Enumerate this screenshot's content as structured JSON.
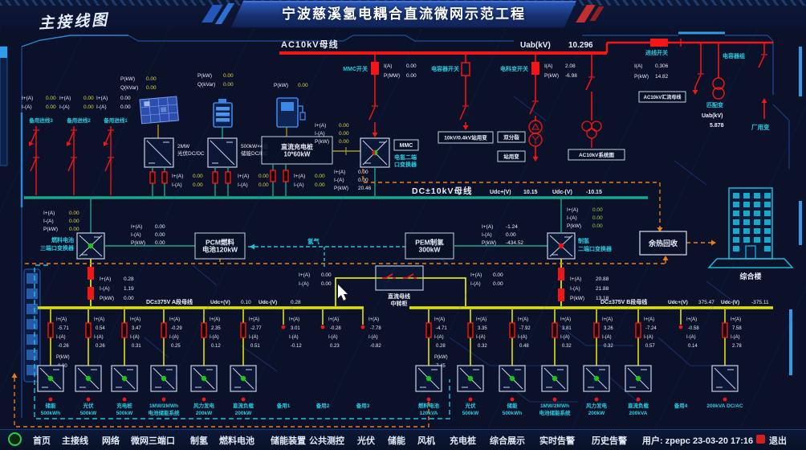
{
  "header": {
    "title": "宁波慈溪氢电耦合直流微网示范工程",
    "corner_label": "主接线图"
  },
  "ac_bus": {
    "label": "AC10kV母线",
    "u_label": "Uab(kV)",
    "u_value": "10.296"
  },
  "ac_right": {
    "in_switch": "进线开关",
    "cap_bank": "电容器组",
    "match_tx": "匹配变",
    "u2_label": "Uab(kV)",
    "u2_value": "5.878",
    "plant_tx": "厂用变",
    "collect_box": "AC10kV汇流母线",
    "sys_box": "AC10kV系统图",
    "rows_in": [
      [
        "I(A)",
        "0.306"
      ],
      [
        "P(kW)",
        "14.82"
      ]
    ]
  },
  "ac_switches": {
    "mmc_label": "MMC开关",
    "cap_label": "电容器开关",
    "dk_label": "电科变开关",
    "mmc_rows": [
      [
        "I(A)",
        "0.00"
      ],
      [
        "P(MW)",
        "0.00"
      ]
    ],
    "dk_rows": [
      [
        "I(A)",
        "2.08"
      ],
      [
        "P(kW)",
        "-6.98"
      ]
    ]
  },
  "tx_boxes": {
    "station": "10kV/0.4kV站用变",
    "split": "双分裂",
    "st2": "站用变"
  },
  "spare_in": {
    "labels": [
      "备用进线3",
      "备用进线2",
      "备用进线1"
    ],
    "rows": [
      [
        "I+(A)",
        "0.00"
      ],
      [
        "I-(A)",
        "0.00"
      ]
    ]
  },
  "pv": {
    "p_rows": [
      [
        "P(kW)",
        "0.00"
      ],
      [
        "Q(kVar)",
        "0.00"
      ]
    ],
    "tag": [
      "2MW",
      "光伏DC/DC"
    ],
    "leg_rows": [
      [
        "I+(A)",
        "0.00"
      ],
      [
        "I-(A)",
        "0.00"
      ]
    ]
  },
  "bat": {
    "p_rows": [
      [
        "P(kW)",
        "0.00"
      ],
      [
        "Q(kVar)",
        "0.00"
      ]
    ],
    "tag": [
      "500kW×4台",
      "储能DC/DC"
    ],
    "leg_rows": [
      [
        "I+(A)",
        "0.00"
      ],
      [
        "I-(A)",
        "0.00"
      ]
    ]
  },
  "chg": {
    "p_rows": [
      [
        "P(kW)",
        "0.00"
      ]
    ],
    "box": [
      "直流充电桩",
      "10*60kW"
    ],
    "leg_rows": [
      [
        "I+(A)",
        "0.00"
      ],
      [
        "I-(A)",
        "0.00"
      ]
    ]
  },
  "mmc": {
    "tag": "MMC",
    "label": [
      "电氢二端",
      "口变换器"
    ],
    "left_rows": [
      [
        "I+(A)",
        "0.00"
      ],
      [
        "I-(A)",
        "0.00"
      ],
      [
        "P(kW)",
        "0.00"
      ]
    ],
    "bot_rows": [
      [
        "I+(A)",
        "0.00"
      ],
      [
        "I-(A)",
        "0.00"
      ],
      [
        "P(kW)",
        "20.46"
      ]
    ]
  },
  "dc_bus": {
    "label": "DC±10kV母线",
    "up_label": "Udc+(V)",
    "up": "10.15",
    "un_label": "Udc-(V)",
    "un": "-10.15"
  },
  "fc": {
    "label": [
      "燃料电池",
      "三端口变换器"
    ],
    "top_rows": [
      [
        "I+(A)",
        "0.00"
      ],
      [
        "I-(A)",
        "0.00"
      ],
      [
        "P(kW)",
        "0.00"
      ]
    ],
    "mid_rows": [
      [
        "I+(A)",
        "0.00"
      ],
      [
        "I-(A)",
        "0.00"
      ],
      [
        "P(kW)",
        "0.00"
      ]
    ],
    "leg_rows": [
      [
        "I+(A)",
        "0.28"
      ],
      [
        "I-(A)",
        "1.19"
      ],
      [
        "P(kW)",
        "0.00"
      ]
    ]
  },
  "pcm": {
    "box": [
      "PCM燃料",
      "电池120kW"
    ]
  },
  "h2pipe": {
    "label": "氢气"
  },
  "pem": {
    "box": [
      "PEM制氢",
      "300kW"
    ],
    "line_rows": [
      [
        "I+(A)",
        "-1.24"
      ],
      [
        "I-(A)",
        "0.00"
      ],
      [
        "P(kW)",
        "-434.52"
      ]
    ]
  },
  "h2c": {
    "label": [
      "制氢",
      "二端口变换器"
    ],
    "top_rows": [
      [
        "I+(A)",
        "0.00"
      ],
      [
        "I-(A)",
        "0.00"
      ],
      [
        "P(kW)",
        "0.00"
      ]
    ],
    "leg_rows": [
      [
        "I+(A)",
        "20.88"
      ],
      [
        "I-(A)",
        "21.88"
      ],
      [
        "P(kW)",
        "13.18"
      ]
    ]
  },
  "transfer": {
    "box": [
      "直流母线",
      "中转柜"
    ],
    "left_rows": [
      [
        "I+(A)",
        "0.00"
      ],
      [
        "I-(A)",
        "0.00"
      ]
    ],
    "right_rows": [
      [
        "I+(A)",
        "0.00"
      ],
      [
        "I-(A)",
        "0.00"
      ]
    ]
  },
  "heat": {
    "box": "余热回收"
  },
  "building": {
    "label": "综合楼"
  },
  "bus_a": {
    "label": "DC±375V A段母线",
    "up_label": "Udc+(V)",
    "up": "0.10",
    "un_label": "Udc-(V)",
    "un": "0.28"
  },
  "bus_b": {
    "label": "DC±375V B段母线",
    "up_label": "Udc+(V)",
    "up": "375.47",
    "un_label": "Udc-(V)",
    "un": "-375.11"
  },
  "feeders_a": [
    {
      "name": [
        "储能",
        "500kWh"
      ],
      "rows": [
        [
          "I+(A)",
          "-5.71"
        ],
        [
          "I-(A)",
          "-0.26"
        ]
      ],
      "extra": [
        [
          "P(kW)",
          "0.00"
        ]
      ]
    },
    {
      "name": [
        "光伏",
        "500kW"
      ],
      "rows": [
        [
          "I+(A)",
          "0.54"
        ],
        [
          "I-(A)",
          "0.26"
        ]
      ]
    },
    {
      "name": [
        "充电桩",
        "500kW"
      ],
      "rows": [
        [
          "I+(A)",
          "3.47"
        ],
        [
          "I-(A)",
          "0.31"
        ]
      ]
    },
    {
      "name": [
        "1MW/2MWh",
        "电池储能系统"
      ],
      "rows": [
        [
          "I+(A)",
          "-0.29"
        ],
        [
          "I-(A)",
          "0.25"
        ]
      ]
    },
    {
      "name": [
        "风力发电",
        "200kW"
      ],
      "rows": [
        [
          "I+(A)",
          "2.35"
        ],
        [
          "I-(A)",
          "0.12"
        ]
      ]
    },
    {
      "name": [
        "直流负载",
        "200kW"
      ],
      "rows": [
        [
          "I+(A)",
          "-2.77"
        ],
        [
          "I-(A)",
          "0.51"
        ]
      ]
    },
    {
      "name": [
        "备用1"
      ],
      "rows": [
        [
          "I+(A)",
          "3.01"
        ],
        [
          "I-(A)",
          "-0.12"
        ]
      ],
      "spare": true
    },
    {
      "name": [
        "备用2"
      ],
      "rows": [
        [
          "I+(A)",
          "-0.28"
        ],
        [
          "I-(A)",
          "0.23"
        ]
      ],
      "spare": true
    },
    {
      "name": [
        "备用3"
      ],
      "rows": [
        [
          "I+(A)",
          "-7.78"
        ],
        [
          "I-(A)",
          "-0.82"
        ]
      ],
      "spare": true
    }
  ],
  "feeders_b": [
    {
      "name": [
        "燃料电池",
        "120kVA"
      ],
      "rows": [
        [
          "I+(A)",
          "-4.71"
        ],
        [
          "I-(A)",
          "0.28"
        ]
      ],
      "extra": [
        [
          "P(kW)",
          "7.45"
        ]
      ]
    },
    {
      "name": [
        "光伏",
        "500kW"
      ],
      "rows": [
        [
          "I+(A)",
          "3.35"
        ],
        [
          "I-(A)",
          "0.32"
        ]
      ]
    },
    {
      "name": [
        "储能",
        "500kWh"
      ],
      "rows": [
        [
          "I+(A)",
          "-7.92"
        ],
        [
          "I-(A)",
          "0.48"
        ]
      ]
    },
    {
      "name": [
        "1MW/2MWh",
        "电池储能系统"
      ],
      "rows": [
        [
          "I+(A)",
          "3.81"
        ],
        [
          "I-(A)",
          "0.32"
        ]
      ]
    },
    {
      "name": [
        "风力发电",
        "200kW"
      ],
      "rows": [
        [
          "I+(A)",
          "3.26"
        ],
        [
          "I-(A)",
          "0.32"
        ]
      ]
    },
    {
      "name": [
        "直流负载",
        "200kVA"
      ],
      "rows": [
        [
          "I+(A)",
          "-7.24"
        ],
        [
          "I-(A)",
          "0.57"
        ]
      ]
    },
    {
      "name": [
        "备用4"
      ],
      "rows": [
        [
          "I+(A)",
          "-0.58"
        ],
        [
          "I-(A)",
          "0.14"
        ]
      ],
      "spare": true
    },
    {
      "name": [
        "200kVA DC/AC"
      ],
      "rows": [
        [
          "I+(A)",
          "7.58"
        ],
        [
          "I-(A)",
          "2.78"
        ]
      ],
      "noDot": true
    }
  ],
  "nav": {
    "items": [
      "首页",
      "主接线",
      "网络",
      "微网三端口",
      "制氢",
      "燃料电池",
      "储能装置",
      "公共测控",
      "光伏",
      "储能",
      "风机",
      "充电桩",
      "综合展示",
      "实时告警",
      "历史告警"
    ],
    "user": "用户: zpepc 23-03-20 17:16",
    "exit": "退出"
  }
}
